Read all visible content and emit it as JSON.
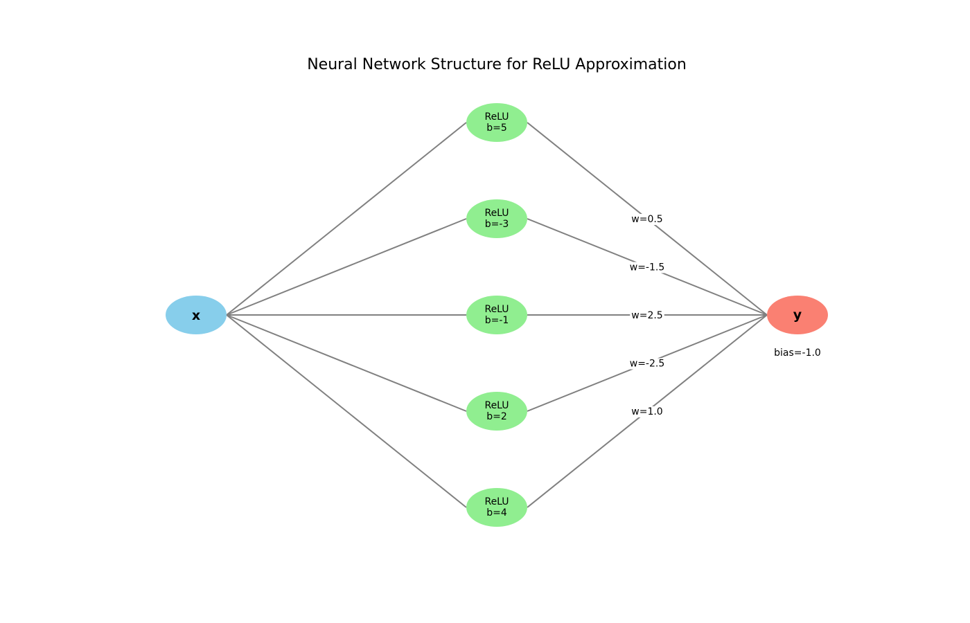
{
  "title": "Neural Network Structure for ReLU Approximation",
  "colors": {
    "input_node": "#87CEEB",
    "hidden_node": "#90EE90",
    "output_node": "#FA8072",
    "edge": "#808080"
  },
  "input_node": {
    "label": "x"
  },
  "hidden_nodes": [
    {
      "line1": "ReLU",
      "line2": "b=5"
    },
    {
      "line1": "ReLU",
      "line2": "b=-3"
    },
    {
      "line1": "ReLU",
      "line2": "b=-1"
    },
    {
      "line1": "ReLU",
      "line2": "b=2"
    },
    {
      "line1": "ReLU",
      "line2": "b=4"
    }
  ],
  "output_node": {
    "label": "y",
    "bias_label": "bias=-1.0"
  },
  "output_weights": [
    "w=0.5",
    "w=-1.5",
    "w=2.5",
    "w=-2.5",
    "w=1.0"
  ]
}
